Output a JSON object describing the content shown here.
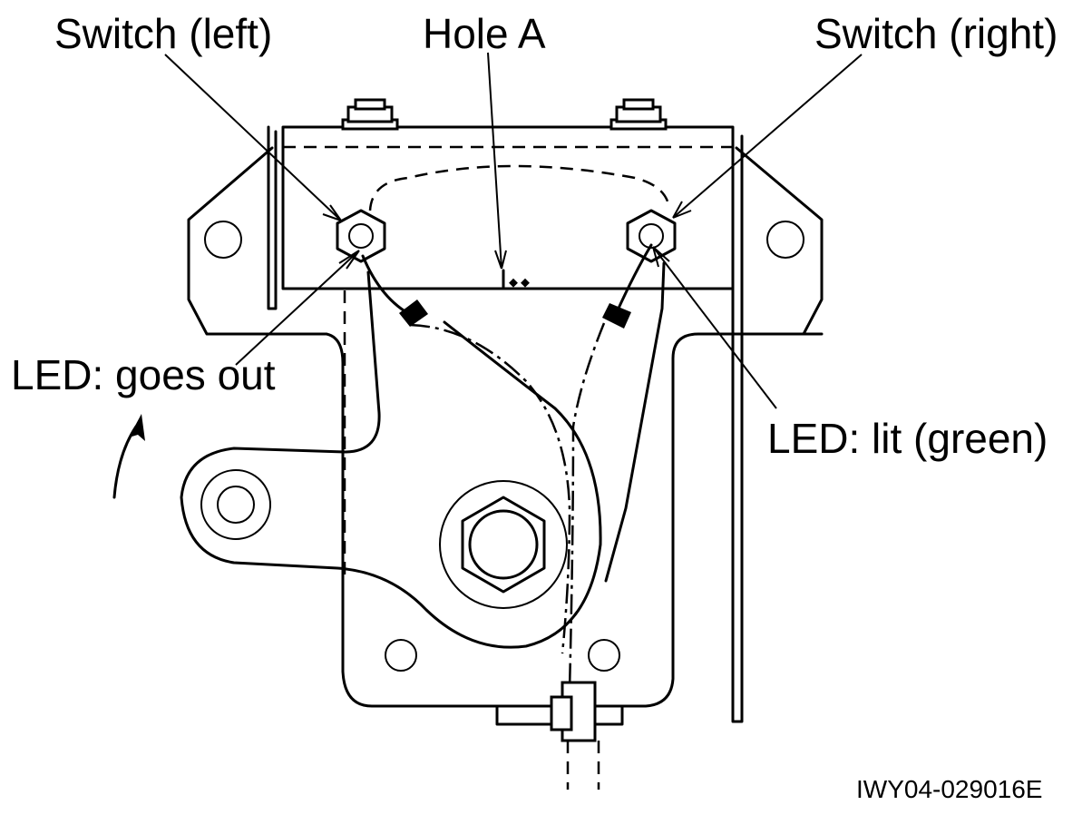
{
  "labels": {
    "switch_left": "Switch (left)",
    "hole_a": "Hole A",
    "switch_right": "Switch (right)",
    "led_goes_out": "LED: goes out",
    "led_lit_green": "LED: lit (green)",
    "figure_code": "IWY04-029016E"
  },
  "colors": {
    "line": "#000000",
    "background": "#ffffff"
  }
}
